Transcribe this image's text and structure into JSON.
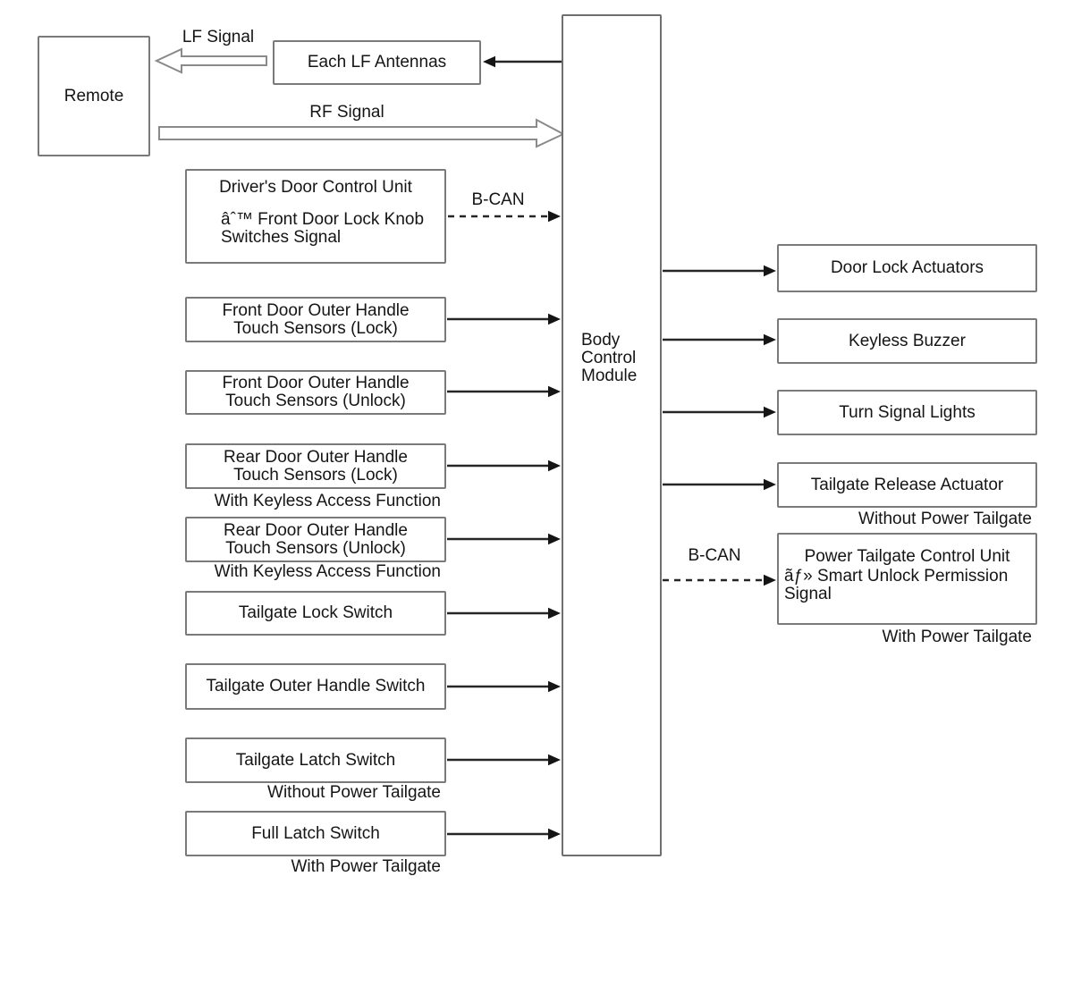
{
  "colors": {
    "box_border": "#7a7a7a",
    "bcm_border": "#6f6f6f",
    "arrow_line": "#262626",
    "arrow_head": "#151515",
    "hollow_arrow_outline": "#8a8a8a",
    "text": "#151515",
    "background": "#ffffff"
  },
  "signals": {
    "lf": "LF Signal",
    "rf": "RF Signal",
    "bcan_left": "B-CAN",
    "bcan_right": "B-CAN"
  },
  "nodes": {
    "remote": {
      "label": "Remote"
    },
    "each_lf_antennas": {
      "label": "Each LF Antennas"
    },
    "bcm": {
      "lines": [
        "Body",
        "Control",
        "Module"
      ]
    },
    "drivers_door_control_unit": {
      "title": "Driver's Door Control Unit",
      "bullet_lines": [
        "âˆ™ Front Door Lock Knob",
        "Switches Signal"
      ]
    },
    "front_door_lock": {
      "lines": [
        "Front Door Outer Handle",
        "Touch Sensors (Lock)"
      ]
    },
    "front_door_unlock": {
      "lines": [
        "Front Door Outer Handle",
        "Touch Sensors (Unlock)"
      ]
    },
    "rear_door_lock": {
      "lines": [
        "Rear Door Outer Handle",
        "Touch Sensors (Lock)"
      ],
      "caption": "With Keyless Access Function"
    },
    "rear_door_unlock": {
      "lines": [
        "Rear Door Outer Handle",
        "Touch Sensors (Unlock)"
      ],
      "caption": "With Keyless Access Function"
    },
    "tailgate_lock_switch": {
      "label": "Tailgate Lock Switch"
    },
    "tailgate_outer_handle_switch": {
      "label": "Tailgate Outer Handle Switch"
    },
    "tailgate_latch_switch": {
      "label": "Tailgate Latch Switch",
      "caption": "Without Power Tailgate"
    },
    "full_latch_switch": {
      "label": "Full Latch Switch",
      "caption": "With Power Tailgate"
    },
    "door_lock_actuators": {
      "label": "Door Lock Actuators"
    },
    "keyless_buzzer": {
      "label": "Keyless Buzzer"
    },
    "turn_signal_lights": {
      "label": "Turn Signal Lights"
    },
    "tailgate_release_actuator": {
      "label": "Tailgate Release Actuator",
      "caption": "Without Power Tailgate"
    },
    "power_tailgate_control_unit": {
      "title": "Power Tailgate Control Unit",
      "bullet_lines": [
        "ãƒ» Smart Unlock Permission",
        "Signal"
      ],
      "caption": "With Power Tailgate"
    }
  }
}
